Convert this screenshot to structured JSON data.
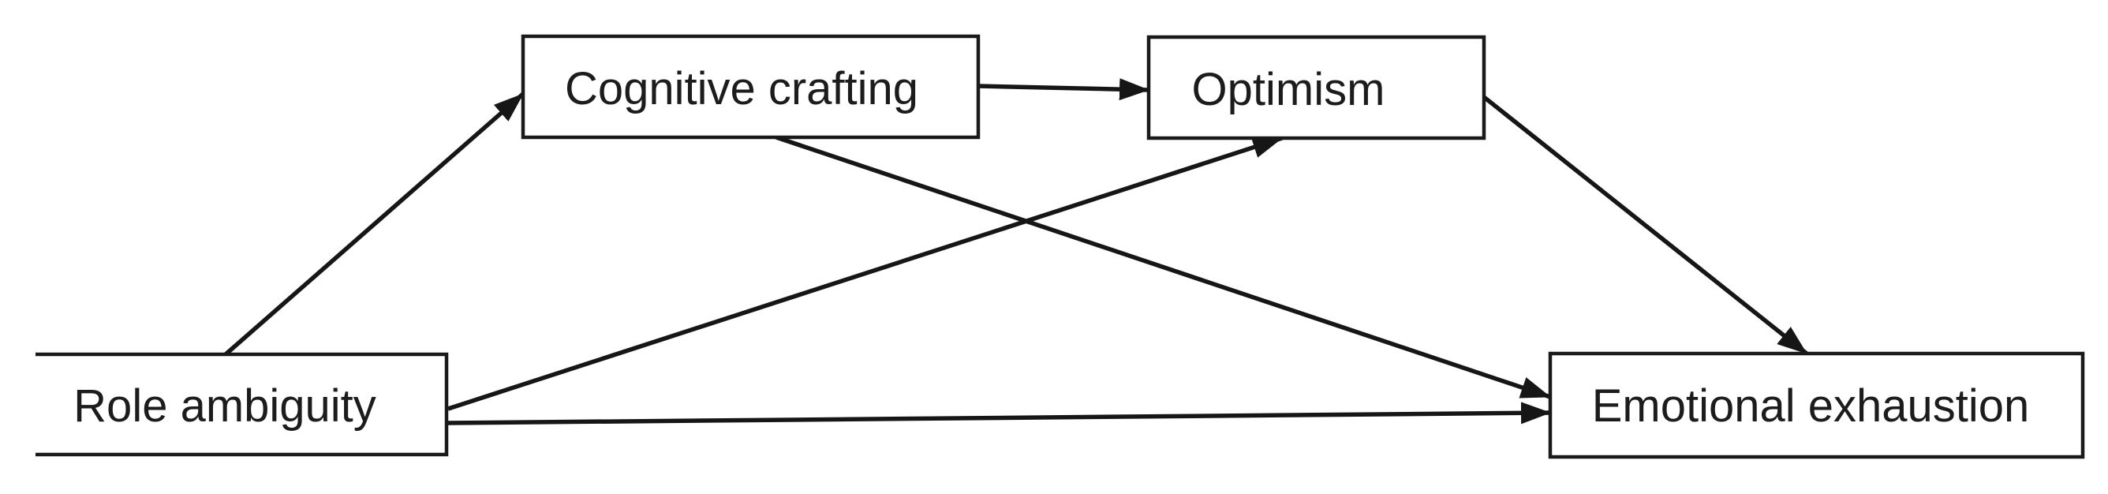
{
  "nodes": {
    "role_ambiguity": {
      "label": "Role ambiguity"
    },
    "cognitive_crafting": {
      "label": "Cognitive crafting"
    },
    "optimism": {
      "label": "Optimism"
    },
    "emotional_exhaustion": {
      "label": "Emotional exhaustion"
    }
  },
  "edges": [
    {
      "from": "Role ambiguity",
      "to": "Cognitive crafting"
    },
    {
      "from": "Cognitive crafting",
      "to": "Optimism"
    },
    {
      "from": "Role ambiguity",
      "to": "Optimism"
    },
    {
      "from": "Cognitive crafting",
      "to": "Emotional exhaustion"
    },
    {
      "from": "Role ambiguity",
      "to": "Emotional exhaustion"
    },
    {
      "from": "Optimism",
      "to": "Emotional exhaustion"
    }
  ],
  "colors": {
    "line": "#161616",
    "box_border": "#1a1a1a",
    "box_fill": "#ffffff",
    "background": "#ffffff",
    "text": "#1c1c1c"
  }
}
